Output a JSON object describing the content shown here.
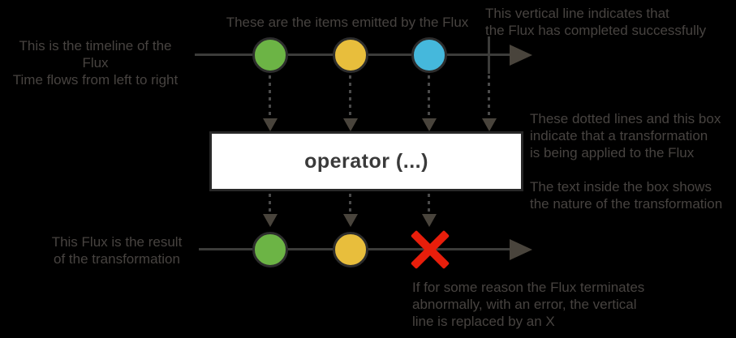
{
  "colors": {
    "background": "#000000",
    "text": "#474340",
    "line": "#3c3c3a",
    "arrow": "#49443c",
    "dot": "#4a4a4a",
    "marble_border": "#2d2d2d",
    "box_bg": "#ffffff",
    "box_border": "#282828",
    "operator_text": "#3a3a3a",
    "error_x": "#e81e0b",
    "marble_green": "#6cb445",
    "marble_yellow": "#e8be3c",
    "marble_blue": "#45b8dc"
  },
  "notes": {
    "top_left": "This is the timeline of the Flux\nTime flows from left to right",
    "top_center": "These are the items emitted by the Flux",
    "top_right": "This vertical line indicates that\nthe Flux has completed successfully",
    "mid_right": "These dotted lines and this box\nindicate that a transformation\nis being applied to the Flux\n\nThe text inside the box shows\nthe nature of the transformation",
    "bottom_left": "This Flux is the result\nof the transformation",
    "bottom_right": "If for some reason the Flux terminates\nabnormally, with an error, the vertical\nline is replaced by an X"
  },
  "operator": {
    "label": "operator (...)"
  },
  "top_timeline": {
    "completed": true,
    "marbles": [
      {
        "name": "green",
        "color": "#6cb445"
      },
      {
        "name": "yellow",
        "color": "#e8be3c"
      },
      {
        "name": "blue",
        "color": "#45b8dc"
      }
    ]
  },
  "bottom_timeline": {
    "error": true,
    "marbles": [
      {
        "name": "green",
        "color": "#6cb445"
      },
      {
        "name": "yellow",
        "color": "#e8be3c"
      }
    ]
  }
}
